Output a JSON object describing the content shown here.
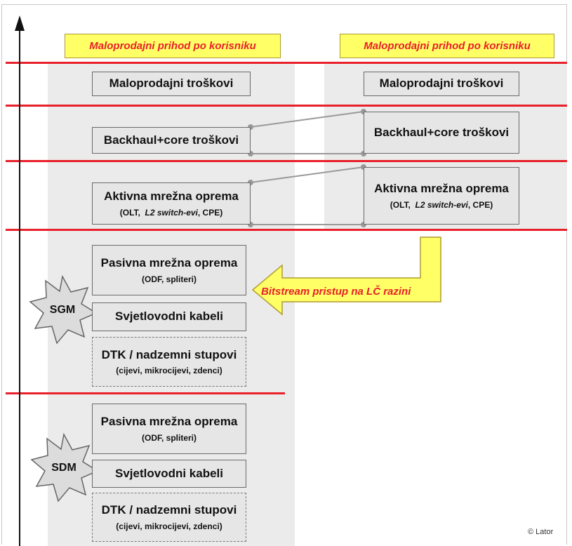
{
  "left_column": {
    "revenue_label": "Maloprodajni prihod po korisniku",
    "retail_costs": "Maloprodajni troškovi",
    "backhaul_costs": "Backhaul+core troškovi",
    "active_equipment": {
      "main": "Aktivna mrežna oprema",
      "sub_pre": "(OLT,",
      "sub_italic": "L2 switch-evi",
      "sub_post": ", CPE)"
    },
    "sgm_group": {
      "star_label": "SGM",
      "passive_equipment": {
        "main": "Pasivna mrežna oprema",
        "sub": "(ODF, spliteri)"
      },
      "fiber_cables": "Svjetlovodni kabeli",
      "ducts": {
        "main": "DTK / nadzemni stupovi",
        "sub": "(cijevi, mikrocijevi, zdenci)"
      }
    },
    "sdm_group": {
      "star_label": "SDM",
      "passive_equipment": {
        "main": "Pasivna mrežna oprema",
        "sub": "(ODF, spliteri)"
      },
      "fiber_cables": "Svjetlovodni kabeli",
      "ducts": {
        "main": "DTK / nadzemni stupovi",
        "sub": "(cijevi, mikrocijevi, zdenci)"
      }
    }
  },
  "right_column": {
    "revenue_label": "Maloprodajni prihod po korisniku",
    "retail_costs": "Maloprodajni troškovi",
    "backhaul_costs": "Backhaul+core troškovi",
    "active_equipment": {
      "main": "Aktivna mrežna oprema",
      "sub_pre": "(OLT,",
      "sub_italic": "L2 switch-evi",
      "sub_post": ", CPE)"
    }
  },
  "bitstream_arrow_label": "Bitstream pristup na LČ razini",
  "credit": "© Lator",
  "colors": {
    "separator": "#e8202a",
    "highlight": "#ffff66",
    "highlight_text": "#e8202a",
    "box_fill": "#e6e6e6",
    "column_bg": "#ebebeb"
  }
}
